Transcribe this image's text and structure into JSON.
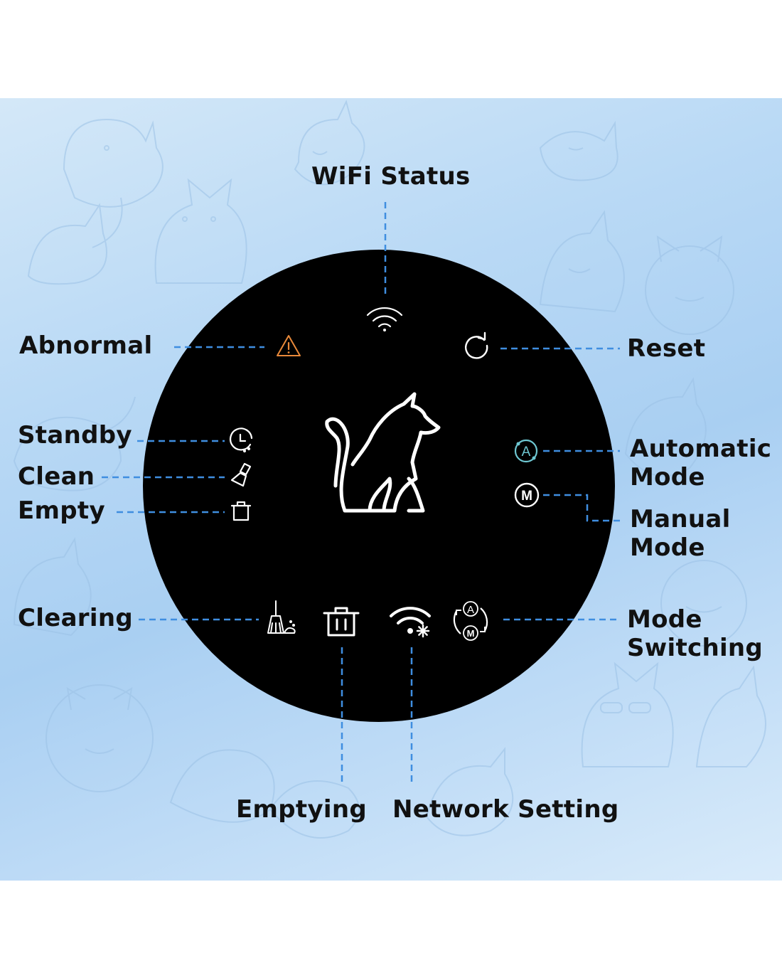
{
  "labels": {
    "wifi_status": "WiFi Status",
    "reset": "Reset",
    "abnormal": "Abnormal",
    "standby": "Standby",
    "clean": "Clean",
    "empty": "Empty",
    "automatic_mode": "Automatic\nMode",
    "manual_mode": "Manual\nMode",
    "clearing": "Clearing",
    "mode_switching": "Mode\nSwitching",
    "emptying": "Emptying",
    "network_setting": "Network Setting"
  },
  "icon_letters": {
    "automatic": "A",
    "manual": "M"
  },
  "icons": [
    "wifi-icon",
    "reset-icon",
    "warning-icon",
    "clock-icon",
    "brush-icon",
    "trash-icon",
    "automatic-mode-icon",
    "manual-mode-icon",
    "broom-icon",
    "trash-can-icon",
    "network-setting-icon",
    "mode-switching-icon",
    "cat-icon"
  ],
  "colors": {
    "panel_disk": "#000000",
    "leader_lines": "#3f8ee0",
    "warning": "#e8893a",
    "automatic_icon": "#6ec7d2",
    "icon_white": "#ffffff",
    "background_gradient": "#b9d9f5"
  }
}
